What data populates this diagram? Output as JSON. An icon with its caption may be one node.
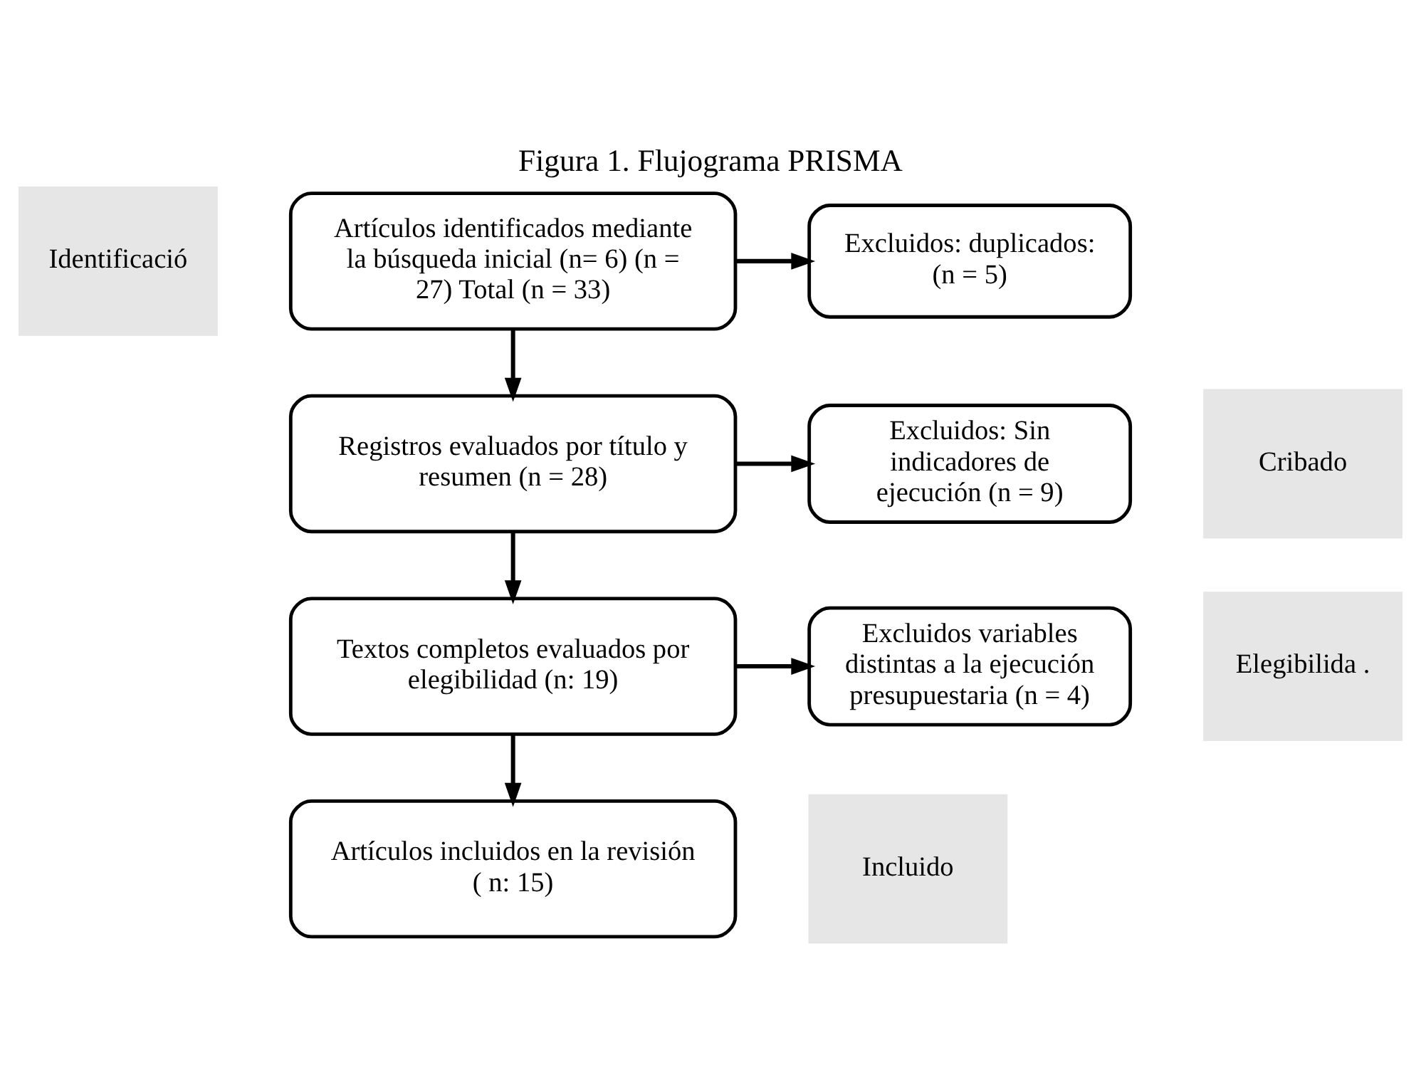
{
  "diagram": {
    "title": "Figura 1. Flujograma PRISMA",
    "nodes": [
      {
        "text": [
          "Identificació"
        ]
      },
      {
        "text": [
          "Artículos identificados mediante la búsqueda inicial (n= 6) (n = 27) Total (n = 33)"
        ]
      },
      {
        "text": [
          "Excluidos: duplicados: (n = 5)"
        ]
      },
      {
        "text": [
          "Cribado"
        ]
      },
      {
        "text": [
          "Registros evaluados por título y resumen (n = 28)"
        ]
      },
      {
        "text": [
          "Excluidos: Sin indicadores de ejecución (n = 9)"
        ]
      },
      {
        "text": [
          "Elegibilida ."
        ]
      },
      {
        "text": [
          "Textos completos evaluados por elegibilidad (n: 19)"
        ]
      },
      {
        "text": [
          "Excluidos variables distintas a la ejecución presupuestaria (n = 4)"
        ]
      },
      {
        "text": [
          "Incluido"
        ]
      },
      {
        "text": [
          "Artículos incluidos en la revisión ( n: 15)"
        ]
      }
    ],
    "edges": [
      {
        "from": 1,
        "to": 2,
        "arrow": "to"
      },
      {
        "from": 1,
        "to": 4,
        "arrow": "to"
      },
      {
        "from": 4,
        "to": 5,
        "arrow": "to"
      },
      {
        "from": 4,
        "to": 7,
        "arrow": "to"
      },
      {
        "from": 7,
        "to": 8,
        "arrow": "to"
      },
      {
        "from": 7,
        "to": 10,
        "arrow": "to"
      }
    ]
  }
}
